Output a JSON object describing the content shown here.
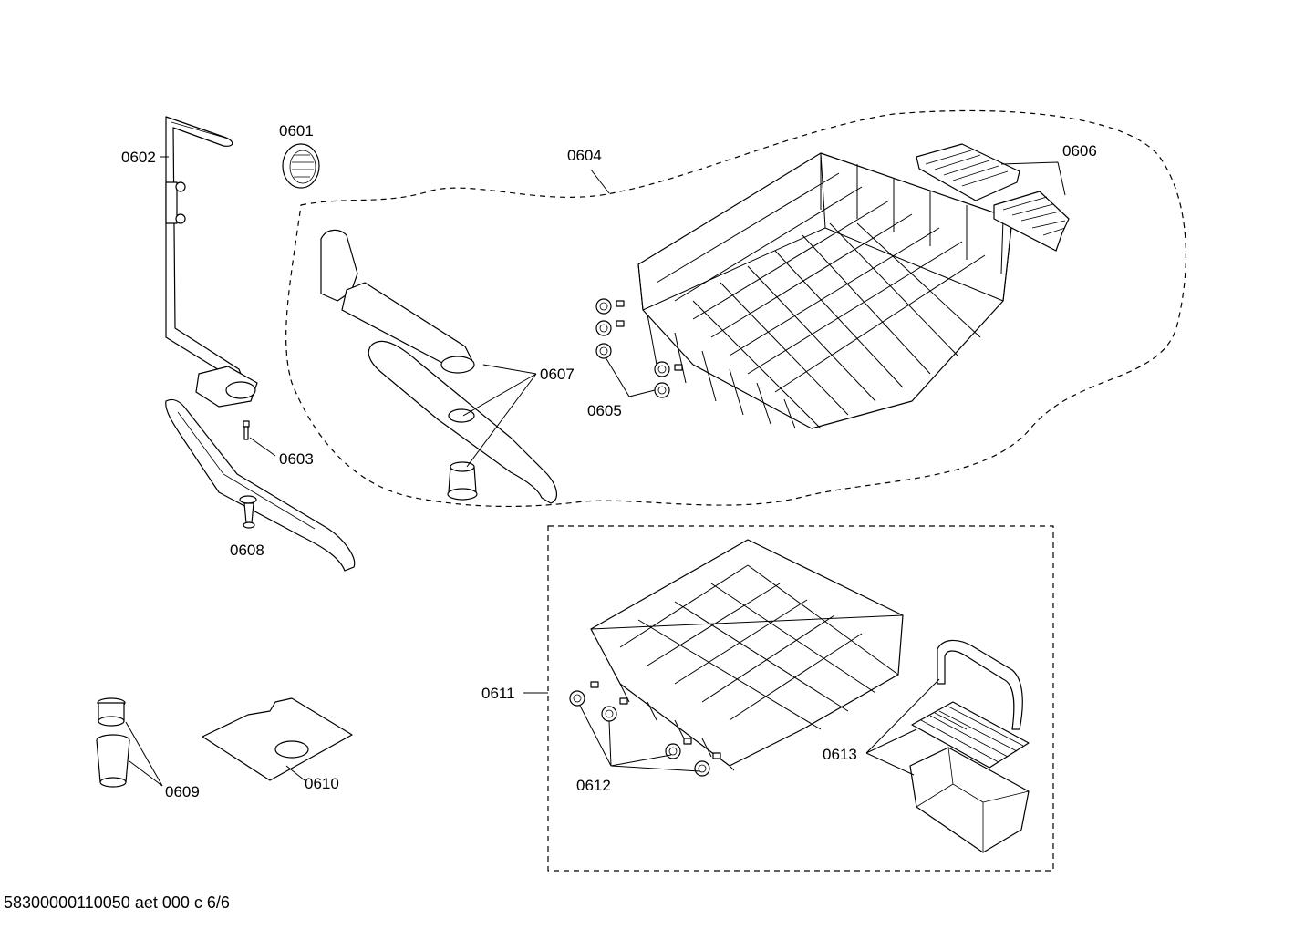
{
  "labels": {
    "p0601": "0601",
    "p0602": "0602",
    "p0603": "0603",
    "p0604": "0604",
    "p0605": "0605",
    "p0606": "0606",
    "p0607": "0607",
    "p0608": "0608",
    "p0609": "0609",
    "p0610": "0610",
    "p0611": "0611",
    "p0612": "0612",
    "p0613": "0613"
  },
  "footer": "58300000110050 aet 000 c 6/6"
}
